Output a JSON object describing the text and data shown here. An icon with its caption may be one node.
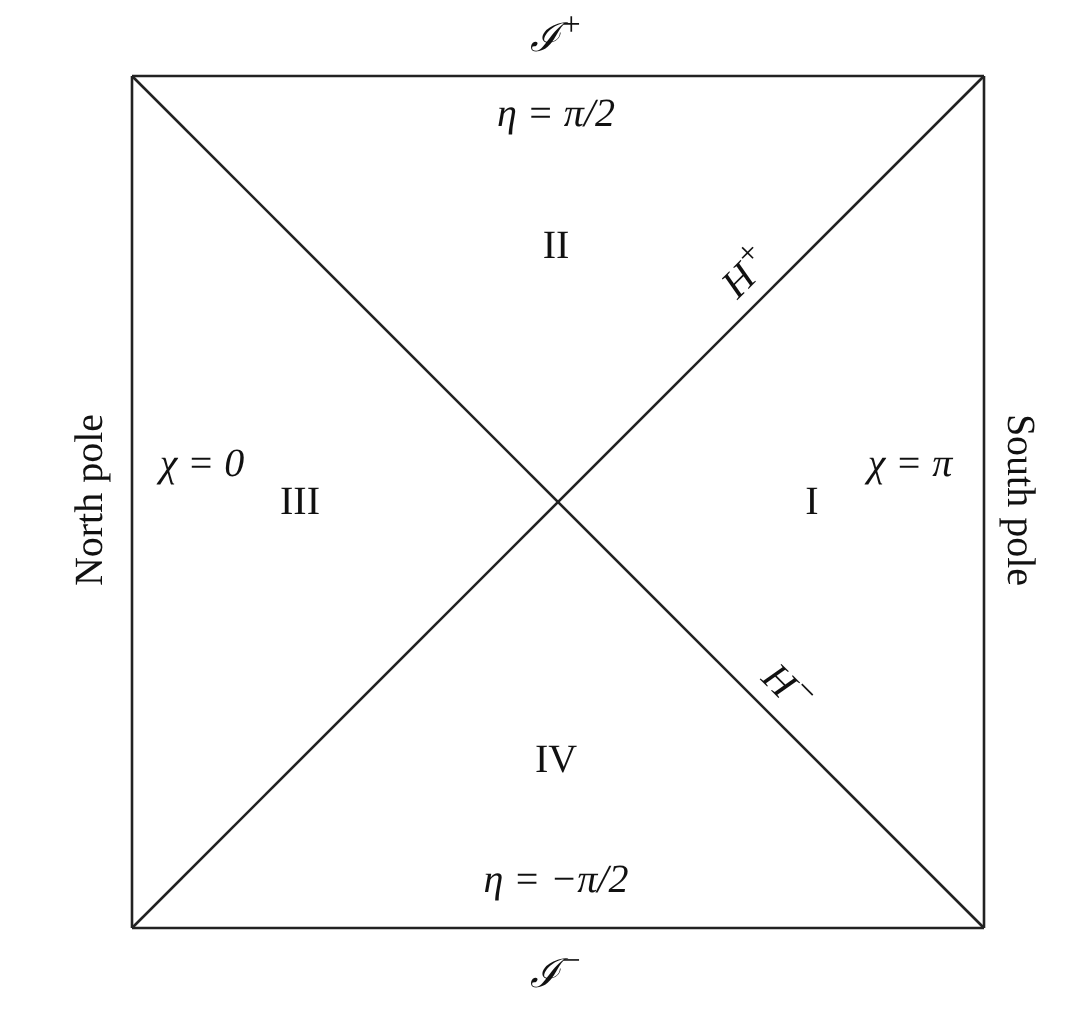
{
  "diagram": {
    "labels": [
      "ℐ$^{+}$",
      "η = π/2",
      "II",
      "H$^{+}$",
      "North pole",
      "χ = 0",
      "III",
      "I",
      "χ = π",
      "South pole",
      "H$^{−}$",
      "IV",
      "η = −π/2",
      "ℐ$^{−}$"
    ]
  }
}
